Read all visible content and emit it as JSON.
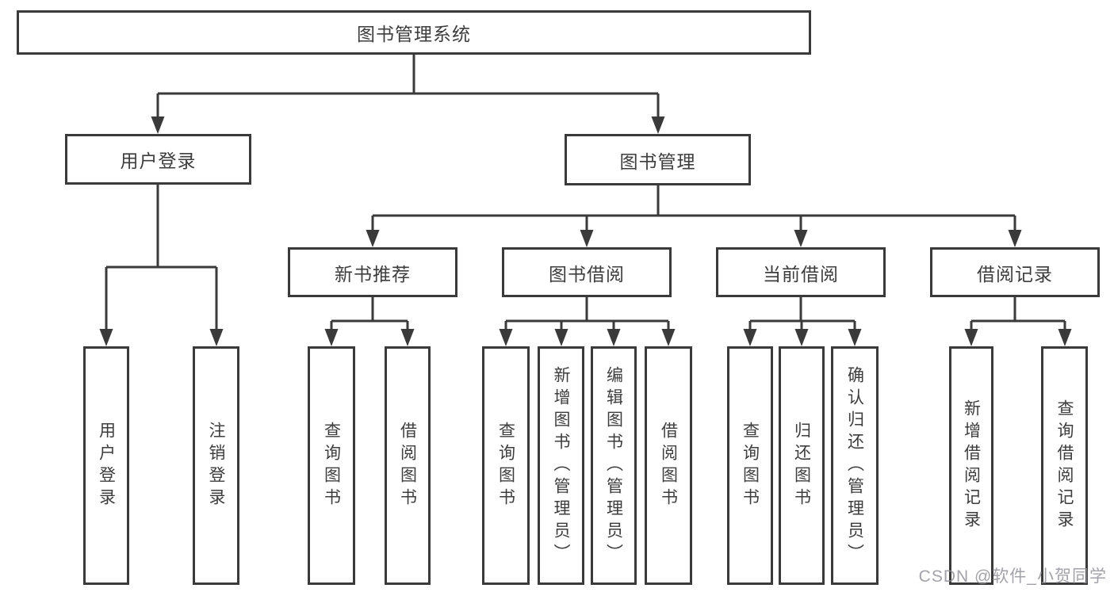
{
  "diagram": {
    "title": "图书管理系统",
    "nodes": {
      "root": {
        "label": "图书管理系统"
      },
      "level2": [
        {
          "label": "用户登录"
        },
        {
          "label": "图书管理"
        }
      ],
      "level3": [
        {
          "label": "新书推荐",
          "parent": "图书管理"
        },
        {
          "label": "图书借阅",
          "parent": "图书管理"
        },
        {
          "label": "当前借阅",
          "parent": "图书管理"
        },
        {
          "label": "借阅记录",
          "parent": "图书管理"
        }
      ],
      "leaves": [
        {
          "label": "用户登录",
          "parent": "用户登录"
        },
        {
          "label": "注销登录",
          "parent": "用户登录"
        },
        {
          "label": "查询图书",
          "parent": "新书推荐"
        },
        {
          "label": "借阅图书",
          "parent": "新书推荐"
        },
        {
          "label": "查询图书",
          "parent": "图书借阅"
        },
        {
          "label": "新增图书（管理员）",
          "parent": "图书借阅"
        },
        {
          "label": "编辑图书（管理员）",
          "parent": "图书借阅"
        },
        {
          "label": "借阅图书",
          "parent": "图书借阅"
        },
        {
          "label": "查询图书",
          "parent": "当前借阅"
        },
        {
          "label": "归还图书",
          "parent": "当前借阅"
        },
        {
          "label": "确认归还（管理员）",
          "parent": "当前借阅"
        },
        {
          "label": "新增借阅记录",
          "parent": "借阅记录"
        },
        {
          "label": "查询借阅记录",
          "parent": "借阅记录"
        }
      ]
    },
    "colors": {
      "line": "#3a3a3a",
      "box_border": "#3a3a3a",
      "text": "#3d3d3d",
      "background": "#ffffff",
      "watermark": "#8e8e96"
    }
  },
  "watermark": {
    "text": "CSDN @软件_小贺同学"
  }
}
